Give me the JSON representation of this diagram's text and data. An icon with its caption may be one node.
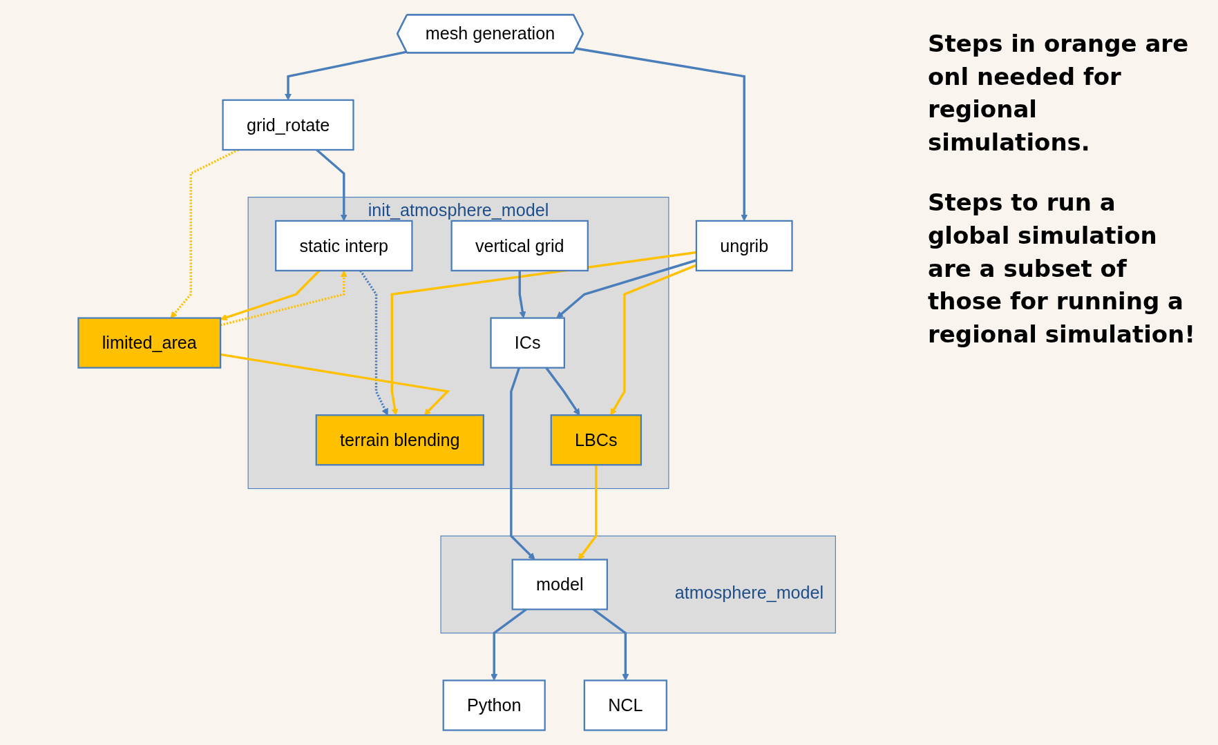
{
  "diagram": {
    "nodes": [
      {
        "text": [
          "mesh generation"
        ]
      },
      {
        "text": [
          "grid_rotate"
        ]
      },
      {
        "text": [
          "init_atmosphere_model"
        ]
      },
      {
        "text": [
          "static interp"
        ],
        "in": 2
      },
      {
        "text": [
          "terrain blending"
        ],
        "in": 2
      },
      {
        "text": [
          "vertical grid"
        ],
        "in": 2
      },
      {
        "text": [
          "ICs"
        ],
        "in": 2
      },
      {
        "text": [
          "LBCs"
        ],
        "in": 2
      },
      {
        "text": [
          "limited_area"
        ]
      },
      {
        "text": [
          "ungrib"
        ]
      },
      {
        "text": [
          "atmosphere_model"
        ]
      },
      {
        "text": [
          "model"
        ],
        "in": 10
      },
      {
        "text": [
          "Python"
        ]
      },
      {
        "text": [
          "NCL"
        ]
      }
    ],
    "edges": [
      {
        "from": 0,
        "to": 1,
        "arrow": "to"
      },
      {
        "from": 0,
        "to": 9,
        "arrow": "to"
      },
      {
        "from": 1,
        "to": 3,
        "arrow": "to"
      },
      {
        "from": 1,
        "to": 8,
        "arrow": "to",
        "style": "dashed",
        "color": "#ffc000"
      },
      {
        "from": 3,
        "to": 8,
        "arrow": "to",
        "color": "#ffc000"
      },
      {
        "from": 8,
        "to": 3,
        "arrow": "to",
        "style": "dashed",
        "color": "#ffc000"
      },
      {
        "from": 3,
        "to": 4,
        "arrow": "to",
        "style": "dashed"
      },
      {
        "from": 9,
        "to": 4,
        "arrow": "to",
        "color": "#ffc000"
      },
      {
        "from": 8,
        "to": 4,
        "arrow": "to",
        "color": "#ffc000"
      },
      {
        "from": 5,
        "to": 6,
        "arrow": "to"
      },
      {
        "from": 9,
        "to": 6,
        "arrow": "to"
      },
      {
        "from": 6,
        "to": 7,
        "arrow": "to"
      },
      {
        "from": 9,
        "to": 7,
        "arrow": "to",
        "color": "#ffc000"
      },
      {
        "from": 6,
        "to": 11,
        "arrow": "to"
      },
      {
        "from": 7,
        "to": 11,
        "arrow": "to",
        "color": "#ffc000"
      },
      {
        "from": 11,
        "to": 12,
        "arrow": "to"
      },
      {
        "from": 11,
        "to": 13,
        "arrow": "to"
      }
    ],
    "labels": [
      "Steps in orange are onl needed for regional simulations.",
      "Steps to run a global simulation are a subset of those for running a regional simulation!"
    ]
  }
}
